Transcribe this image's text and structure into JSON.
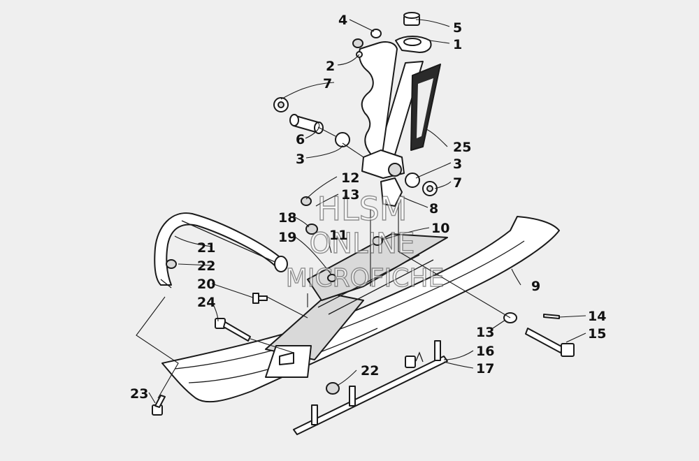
{
  "watermark": {
    "line1": "HLSM",
    "line2": "ONLINE",
    "line3": "MICROFICHE"
  },
  "callouts": [
    {
      "id": "c1",
      "label": "1"
    },
    {
      "id": "c2",
      "label": "2"
    },
    {
      "id": "c3a",
      "label": "3"
    },
    {
      "id": "c3b",
      "label": "3"
    },
    {
      "id": "c4",
      "label": "4"
    },
    {
      "id": "c5",
      "label": "5"
    },
    {
      "id": "c6",
      "label": "6"
    },
    {
      "id": "c7a",
      "label": "7"
    },
    {
      "id": "c7b",
      "label": "7"
    },
    {
      "id": "c8",
      "label": "8"
    },
    {
      "id": "c9",
      "label": "9"
    },
    {
      "id": "c10",
      "label": "10"
    },
    {
      "id": "c11",
      "label": "11"
    },
    {
      "id": "c12",
      "label": "12"
    },
    {
      "id": "c13a",
      "label": "13"
    },
    {
      "id": "c13b",
      "label": "13"
    },
    {
      "id": "c14",
      "label": "14"
    },
    {
      "id": "c15",
      "label": "15"
    },
    {
      "id": "c16",
      "label": "16"
    },
    {
      "id": "c17",
      "label": "17"
    },
    {
      "id": "c18",
      "label": "18"
    },
    {
      "id": "c19",
      "label": "19"
    },
    {
      "id": "c20",
      "label": "20"
    },
    {
      "id": "c21",
      "label": "21"
    },
    {
      "id": "c22a",
      "label": "22"
    },
    {
      "id": "c22b",
      "label": "22"
    },
    {
      "id": "c23",
      "label": "23"
    },
    {
      "id": "c24",
      "label": "24"
    },
    {
      "id": "c25",
      "label": "25"
    }
  ]
}
